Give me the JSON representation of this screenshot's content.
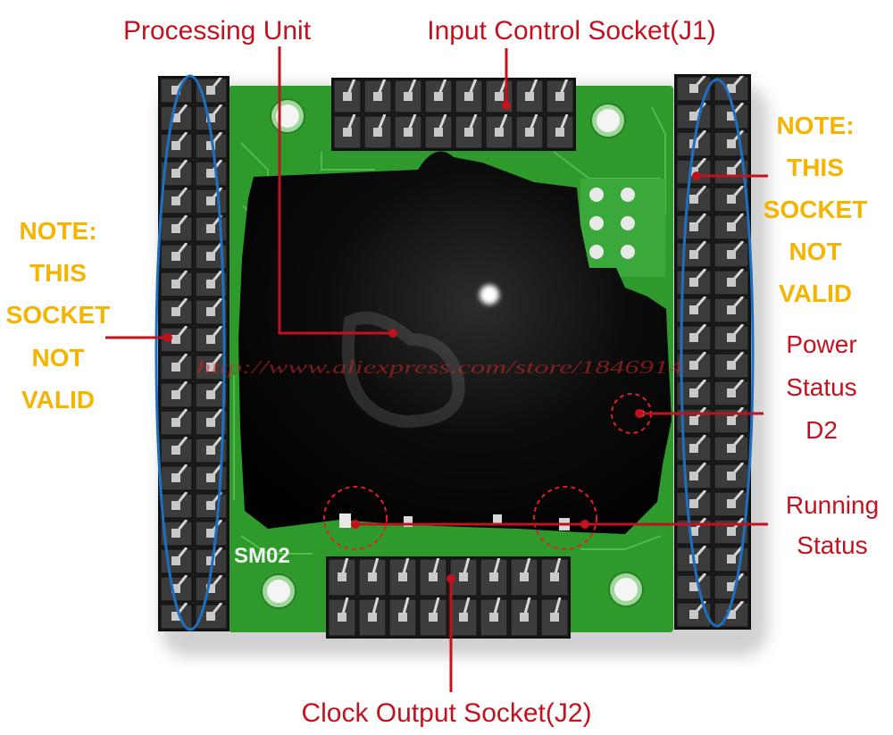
{
  "labels": {
    "processing_unit": "Processing Unit",
    "input_control_socket": "Input Control Socket(J1)",
    "clock_output_socket": "Clock Output Socket(J2)",
    "power_status": [
      "Power",
      "Status",
      "D2"
    ],
    "running_status": [
      "Running",
      "Status"
    ],
    "left_note": [
      "NOTE:",
      "THIS",
      "SOCKET",
      "NOT",
      "VALID"
    ],
    "right_note": [
      "NOTE:",
      "THIS",
      "SOCKET",
      "NOT",
      "VALID"
    ]
  },
  "board": {
    "silkscreen": "SM02"
  },
  "watermark": "http://www.aliexpress.com/store/1846914",
  "colors": {
    "label": "#c3121e",
    "note": "#f4b400",
    "highlight": "#1f6fc0",
    "pcb": "#2e9a2c"
  }
}
